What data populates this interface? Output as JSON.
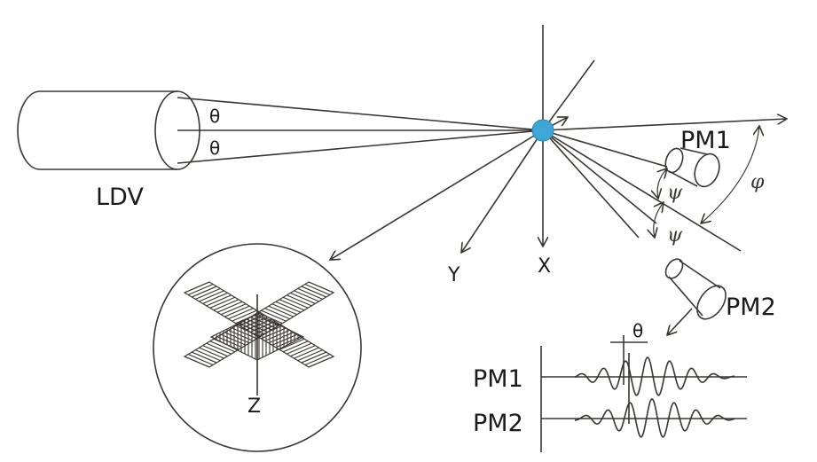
{
  "labels": {
    "ldv": "LDV",
    "theta_upper": "θ",
    "theta_lower": "θ",
    "pm1": "PM1",
    "pm2": "PM2",
    "phi": "φ",
    "psi_upper": "ψ",
    "psi_lower": "ψ",
    "axis_x": "X",
    "axis_y": "Y",
    "axis_z": "Z",
    "signal_theta": "θ",
    "signal_pm1": "PM1",
    "signal_pm2": "PM2"
  },
  "colors": {
    "particle": "#3fa6d8",
    "line": "#3a3530"
  }
}
